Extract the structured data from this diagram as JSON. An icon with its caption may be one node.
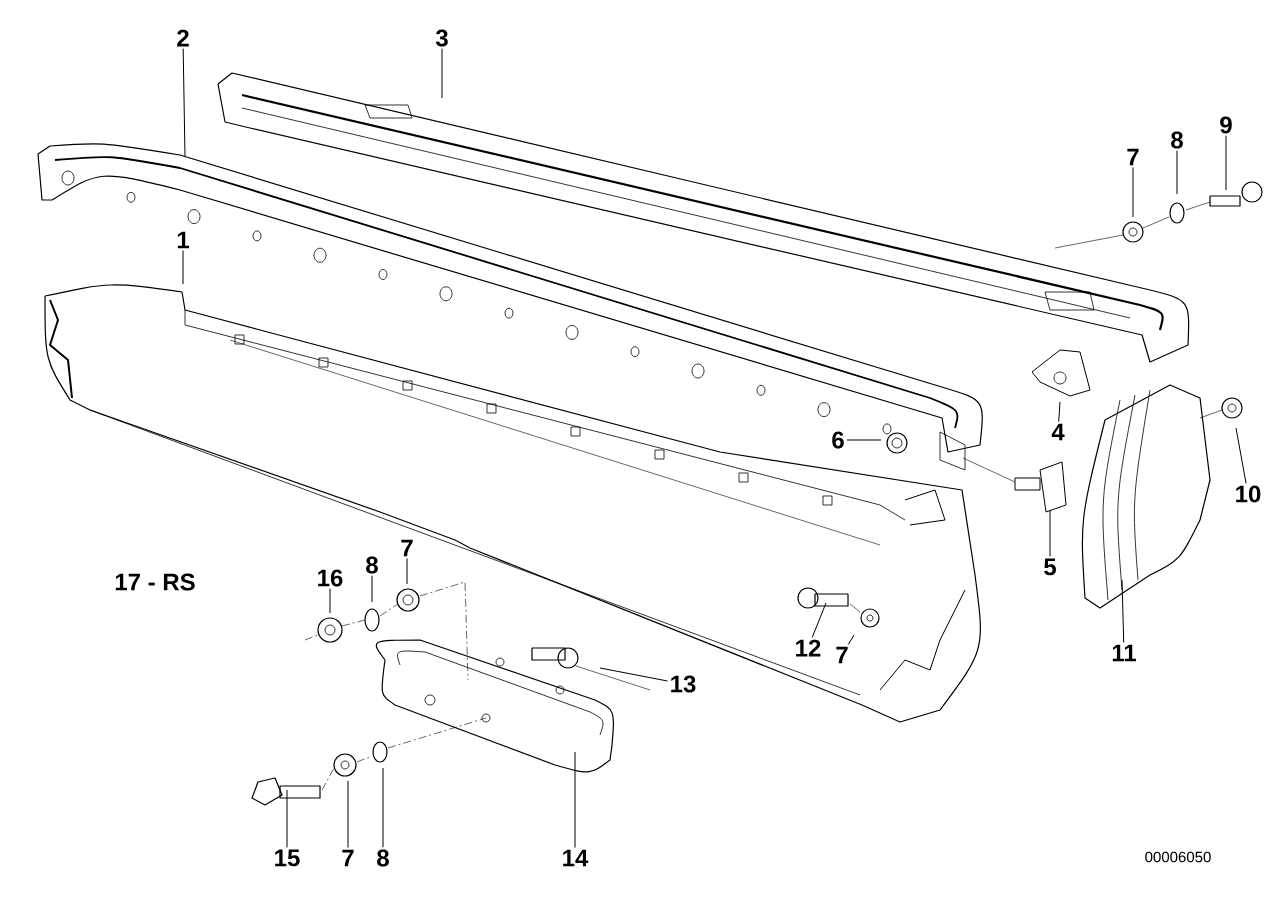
{
  "diagram": {
    "nodes": [
      {
        "text": [
          "2"
        ]
      },
      {
        "text": [
          "3"
        ]
      },
      {
        "text": [
          "1"
        ]
      },
      {
        "text": [
          "7"
        ]
      },
      {
        "text": [
          "8"
        ]
      },
      {
        "text": [
          "9"
        ]
      },
      {
        "text": [
          "4"
        ]
      },
      {
        "text": [
          "6"
        ]
      },
      {
        "text": [
          "10"
        ]
      },
      {
        "text": [
          "5"
        ]
      },
      {
        "text": [
          "11"
        ]
      },
      {
        "text": [
          "16"
        ]
      },
      {
        "text": [
          "8"
        ]
      },
      {
        "text": [
          "7"
        ]
      },
      {
        "text": [
          "12"
        ]
      },
      {
        "text": [
          "7"
        ]
      },
      {
        "text": [
          "13"
        ]
      },
      {
        "text": [
          "15"
        ]
      },
      {
        "text": [
          "7"
        ]
      },
      {
        "text": [
          "8"
        ]
      },
      {
        "text": [
          "14"
        ]
      }
    ],
    "edges": [
      {
        "from": 0,
        "to": null,
        "arrow": "none"
      },
      {
        "from": 1,
        "to": null,
        "arrow": "none"
      },
      {
        "from": 2,
        "to": null,
        "arrow": "none"
      },
      {
        "from": 3,
        "to": null,
        "arrow": "none"
      },
      {
        "from": 4,
        "to": null,
        "arrow": "none"
      },
      {
        "from": 5,
        "to": null,
        "arrow": "none"
      },
      {
        "from": 6,
        "to": null,
        "arrow": "none"
      },
      {
        "from": 7,
        "to": null,
        "arrow": "none"
      },
      {
        "from": 8,
        "to": null,
        "arrow": "none"
      },
      {
        "from": 9,
        "to": null,
        "arrow": "none"
      },
      {
        "from": 10,
        "to": null,
        "arrow": "none"
      },
      {
        "from": 11,
        "to": null,
        "arrow": "none"
      },
      {
        "from": 12,
        "to": null,
        "arrow": "none"
      },
      {
        "from": 13,
        "to": null,
        "arrow": "none"
      },
      {
        "from": 14,
        "to": null,
        "arrow": "none"
      },
      {
        "from": 15,
        "to": null,
        "arrow": "none"
      },
      {
        "from": 16,
        "to": null,
        "arrow": "none"
      },
      {
        "from": 17,
        "to": null,
        "arrow": "none"
      },
      {
        "from": 18,
        "to": null,
        "arrow": "none"
      },
      {
        "from": 19,
        "to": null,
        "arrow": "none"
      },
      {
        "from": 20,
        "to": null,
        "arrow": "none"
      }
    ],
    "labels": [
      "17 - RS",
      "00006050"
    ]
  }
}
